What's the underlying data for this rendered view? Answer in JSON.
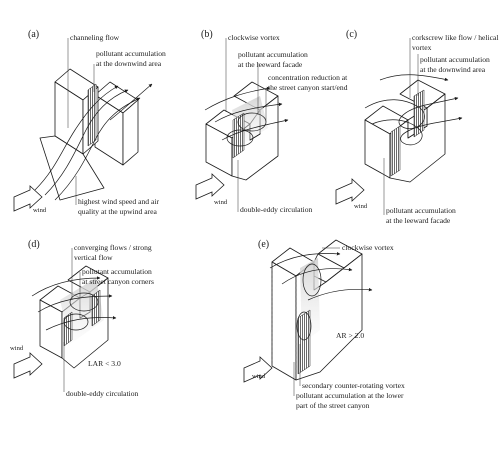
{
  "panels": {
    "a": {
      "label": "(a)",
      "notes": [
        "channeling flow",
        "pollutant accumulation",
        "at the downwind area",
        "highest wind speed and air",
        "quality at the upwind area"
      ],
      "wind": "wind"
    },
    "b": {
      "label": "(b)",
      "notes": [
        "clockwise vortex",
        "pollutant accumulation",
        "at the leeward facade",
        "concentration reduction at",
        "the street canyon start/end",
        "double-eddy circulation"
      ],
      "wind": "wind"
    },
    "c": {
      "label": "(c)",
      "notes": [
        "corkscrew like flow / helical",
        "vortex",
        "pollutant accumulation",
        "at the downwind area",
        "pollutant accumulation",
        "at the leeward facade"
      ],
      "wind": "wind"
    },
    "d": {
      "label": "(d)",
      "notes": [
        "converging flows / strong",
        "vertical flow",
        "pollutant accumulation",
        "at street canyon corners",
        "LAR < 3.0",
        "double-eddy circulation"
      ],
      "wind": "wind"
    },
    "e": {
      "label": "(e)",
      "notes": [
        "clockwise vortex",
        "AR > 2.0",
        "secondary counter-rotating vortex",
        "pollutant accumulation at the lower",
        "part of the street canyon"
      ],
      "wind": "wind"
    }
  }
}
